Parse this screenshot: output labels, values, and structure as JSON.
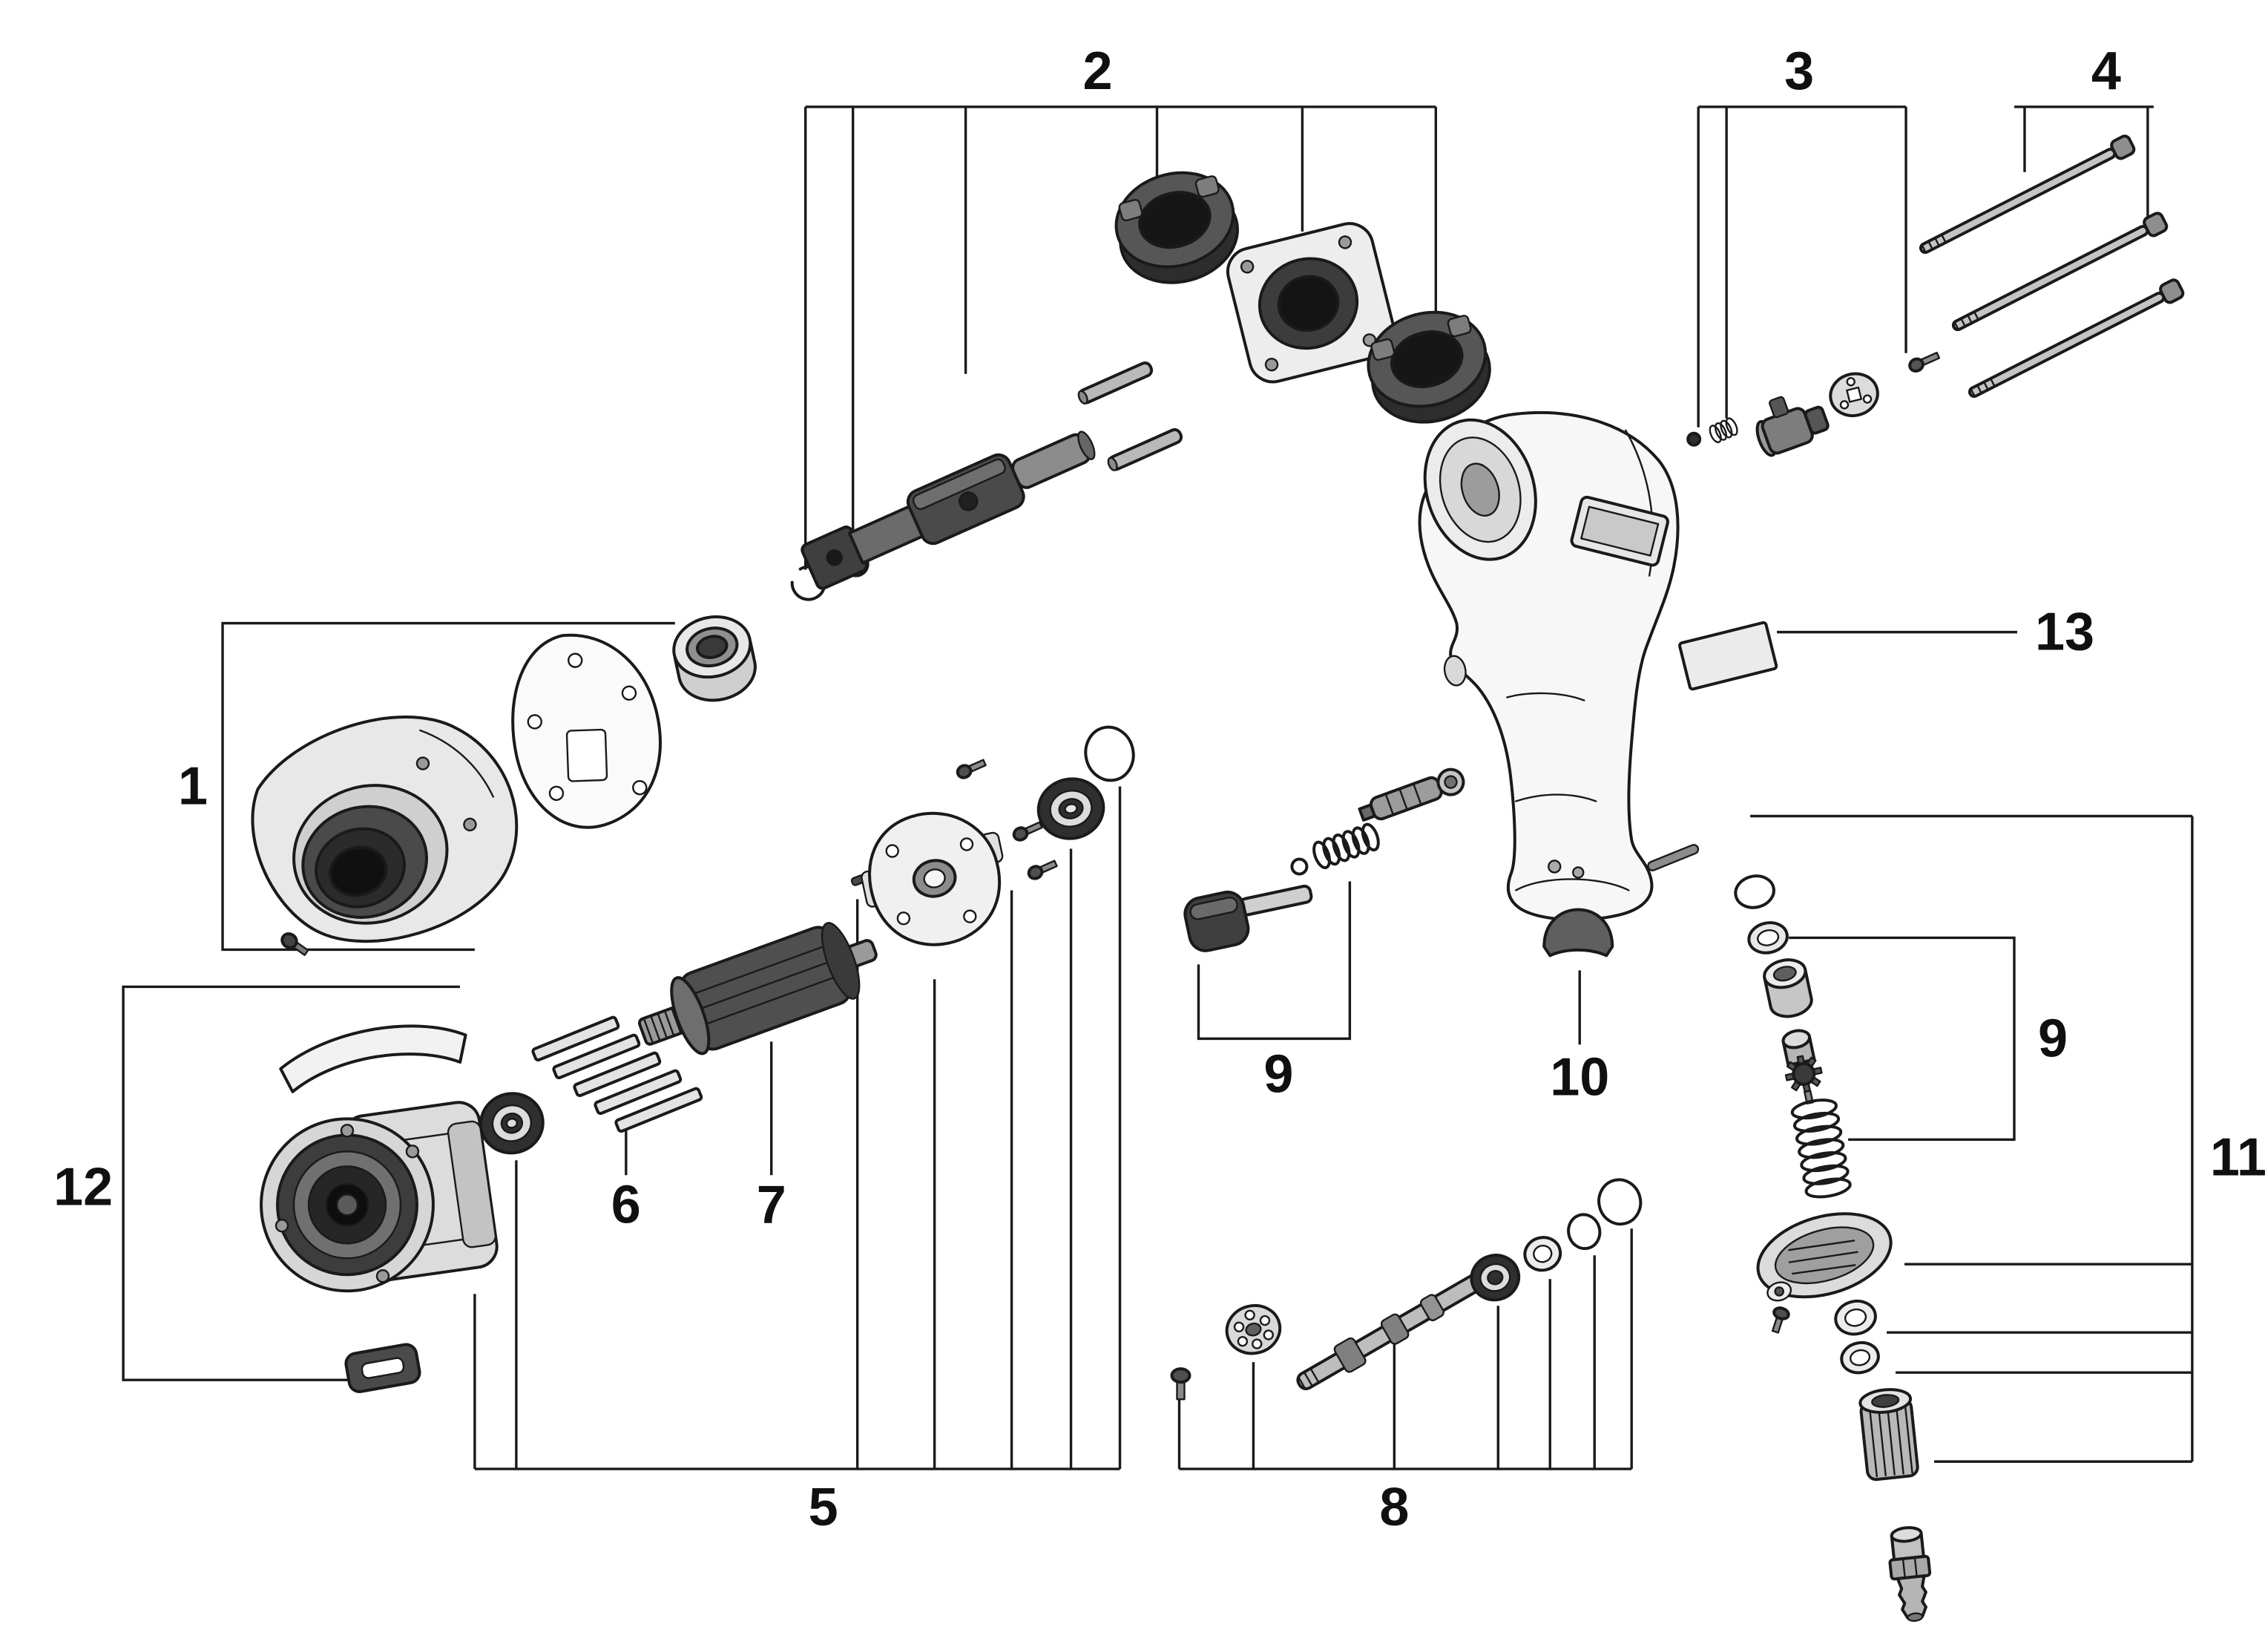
{
  "diagram": {
    "description": "Exploded parts diagram of a pneumatic air impact wrench",
    "background_color": "#ffffff",
    "line_color": "#1a1a1a",
    "callouts": {
      "c1": {
        "label": "1",
        "group": "hammer-case-assembly"
      },
      "c2": {
        "label": "2",
        "group": "hammer-mechanism"
      },
      "c3": {
        "label": "3",
        "group": "reverse-valve"
      },
      "c4": {
        "label": "4",
        "group": "through-bolts"
      },
      "c5": {
        "label": "5",
        "group": "motor-end-parts"
      },
      "c6": {
        "label": "6",
        "group": "rotor-vanes"
      },
      "c7": {
        "label": "7",
        "group": "rotor"
      },
      "c8": {
        "label": "8",
        "group": "regulator-shaft"
      },
      "c9a": {
        "label": "9",
        "group": "throttle-valve"
      },
      "c9b": {
        "label": "9",
        "group": "inlet-valve"
      },
      "c10": {
        "label": "10",
        "group": "oil-plug"
      },
      "c11": {
        "label": "11",
        "group": "air-inlet-assembly"
      },
      "c12": {
        "label": "12",
        "group": "motor-housing-assembly"
      },
      "c13": {
        "label": "13",
        "group": "nameplate"
      }
    }
  }
}
